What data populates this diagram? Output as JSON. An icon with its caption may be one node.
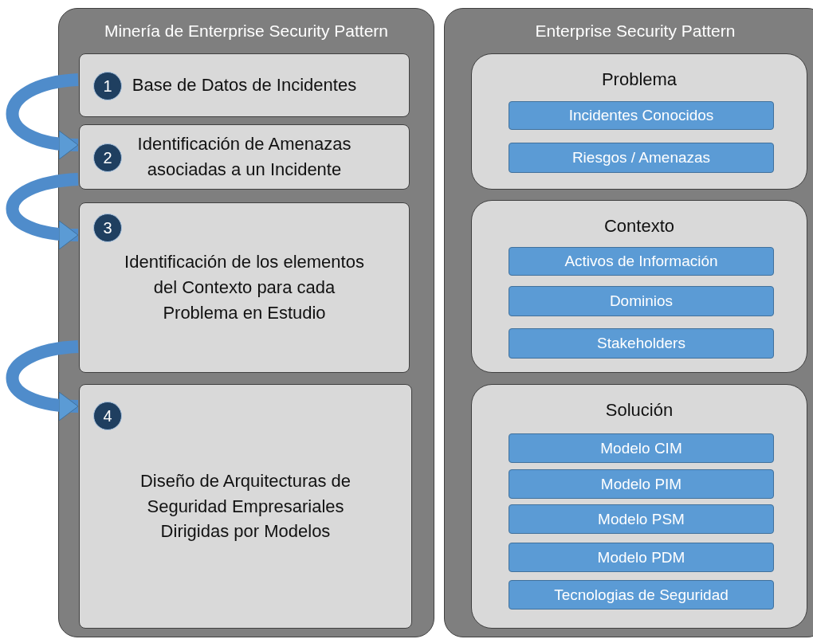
{
  "diagram": {
    "nodes": [
      {
        "text": [
          "Minería de Enterprise Security Pattern"
        ]
      },
      {
        "text": [
          "Base de Datos de Incidentes"
        ],
        "in": 0
      },
      {
        "text": [
          "1"
        ],
        "in": 1
      },
      {
        "text": [
          "Identificación de Amenazas asociadas a un Incidente"
        ],
        "in": 0
      },
      {
        "text": [
          "2"
        ],
        "in": 3
      },
      {
        "text": [
          "Identificación de los elementos del Contexto para cada Problema en Estudio"
        ],
        "in": 0
      },
      {
        "text": [
          "3"
        ],
        "in": 5
      },
      {
        "text": [
          "Diseño de Arquitecturas de Seguridad Empresariales Dirigidas por Modelos"
        ],
        "in": 0
      },
      {
        "text": [
          "4"
        ],
        "in": 7
      },
      {
        "text": [
          "Enterprise Security Pattern"
        ]
      },
      {
        "text": [
          "Problema"
        ],
        "in": 9
      },
      {
        "text": [
          "Incidentes Conocidos"
        ],
        "in": 10
      },
      {
        "text": [
          "Riesgos / Amenazas"
        ],
        "in": 10
      },
      {
        "text": [
          "Contexto"
        ],
        "in": 9
      },
      {
        "text": [
          "Activos de Información"
        ],
        "in": 13
      },
      {
        "text": [
          "Dominios"
        ],
        "in": 13
      },
      {
        "text": [
          "Stakeholders"
        ],
        "in": 13
      },
      {
        "text": [
          "Solución"
        ],
        "in": 9
      },
      {
        "text": [
          "Modelo CIM"
        ],
        "in": 17
      },
      {
        "text": [
          "Modelo PIM"
        ],
        "in": 17
      },
      {
        "text": [
          "Modelo PSM"
        ],
        "in": 17
      },
      {
        "text": [
          "Modelo PDM"
        ],
        "in": 17
      },
      {
        "text": [
          "Tecnologias de Seguridad"
        ],
        "in": 17
      }
    ],
    "edges": [
      {
        "from": 1,
        "to": 3,
        "arrow": "to"
      },
      {
        "from": 3,
        "to": 5,
        "arrow": "to"
      },
      {
        "from": 5,
        "to": 7,
        "arrow": "to"
      }
    ]
  }
}
